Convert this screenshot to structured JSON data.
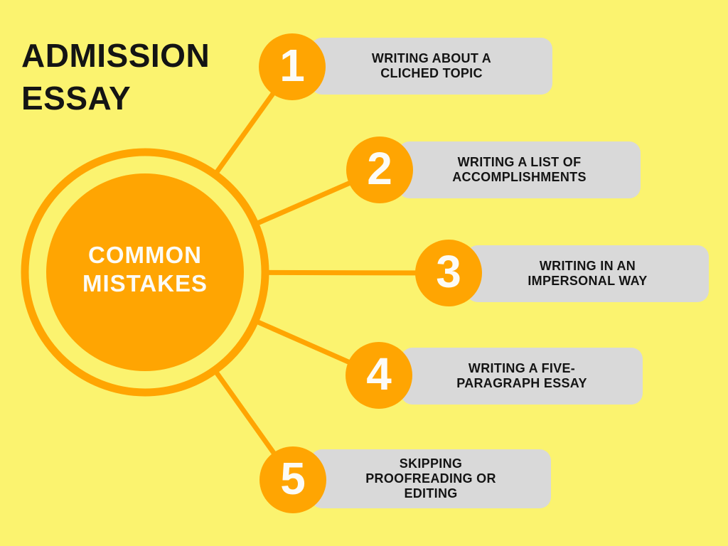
{
  "colors": {
    "background": "#FBF36F",
    "accent_orange": "#FFA502",
    "box_gray": "#D9D9D9",
    "text_dark": "#141414",
    "text_light": "#FCFBF6"
  },
  "title": {
    "line1": "ADMISSION",
    "line2": "ESSAY"
  },
  "center": {
    "line1": "COMMON",
    "line2": "MISTAKES"
  },
  "items": [
    {
      "number": "1",
      "lines": [
        "WRITING ABOUT A",
        "CLICHED TOPIC"
      ]
    },
    {
      "number": "2",
      "lines": [
        "WRITING A LIST OF",
        "ACCOMPLISHMENTS"
      ]
    },
    {
      "number": "3",
      "lines": [
        "WRITING IN AN",
        "IMPERSONAL WAY"
      ]
    },
    {
      "number": "4",
      "lines": [
        "WRITING A FIVE-",
        "PARAGRAPH ESSAY"
      ]
    },
    {
      "number": "5",
      "lines": [
        "SKIPPING",
        "PROOFREADING OR",
        "EDITING"
      ]
    }
  ]
}
